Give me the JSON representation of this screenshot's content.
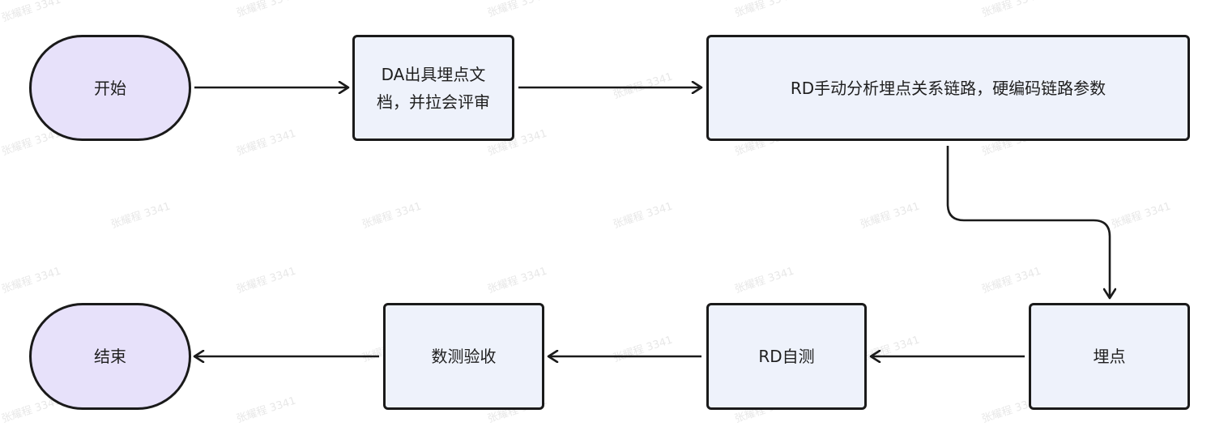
{
  "nodes": {
    "start": "开始",
    "da_doc": "DA出具埋点文档，并拉会评审",
    "rd_analyze": "RD手动分析埋点关系链路，硬编码链路参数",
    "track": "埋点",
    "rd_selftest": "RD自测",
    "data_accept": "数测验收",
    "end": "结束"
  },
  "watermark": "张耀程 3341",
  "colors": {
    "process_fill": "#eef2fb",
    "terminal_fill": "#e7e1fa",
    "stroke": "#1a1a1a"
  }
}
